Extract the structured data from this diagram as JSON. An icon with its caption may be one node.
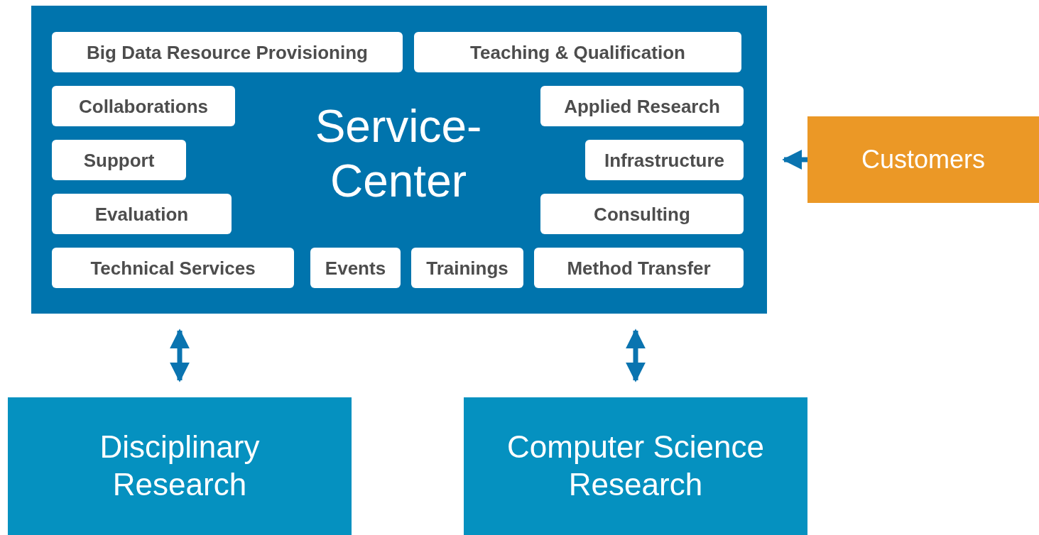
{
  "diagram": {
    "nodes": [
      {
        "text": [
          "Service-Center"
        ]
      },
      {
        "text": [
          "Big Data Resource Provisioning"
        ],
        "in": 0
      },
      {
        "text": [
          "Teaching & Qualification"
        ],
        "in": 0
      },
      {
        "text": [
          "Collaborations"
        ],
        "in": 0
      },
      {
        "text": [
          "Applied Research"
        ],
        "in": 0
      },
      {
        "text": [
          "Support"
        ],
        "in": 0
      },
      {
        "text": [
          "Infrastructure"
        ],
        "in": 0
      },
      {
        "text": [
          "Evaluation"
        ],
        "in": 0
      },
      {
        "text": [
          "Consulting"
        ],
        "in": 0
      },
      {
        "text": [
          "Technical Services"
        ],
        "in": 0
      },
      {
        "text": [
          "Events"
        ],
        "in": 0
      },
      {
        "text": [
          "Trainings"
        ],
        "in": 0
      },
      {
        "text": [
          "Method Transfer"
        ],
        "in": 0
      },
      {
        "text": [
          "Customers"
        ]
      },
      {
        "text": [
          "Disciplinary Research"
        ]
      },
      {
        "text": [
          "Computer Science Research"
        ]
      }
    ],
    "edges": [
      {
        "from": 13,
        "to": 0,
        "arrow": "to"
      },
      {
        "from": 0,
        "to": 14,
        "arrow": "both"
      },
      {
        "from": 0,
        "to": 15,
        "arrow": "both"
      }
    ]
  }
}
